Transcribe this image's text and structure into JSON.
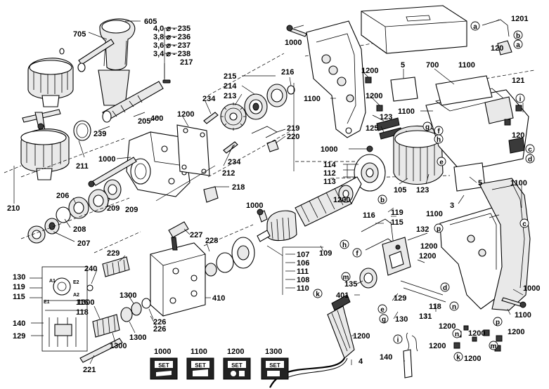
{
  "labels": {
    "l605": "605",
    "l705": "705",
    "l217": "217",
    "l239": "239",
    "l205": "205",
    "l400": "400",
    "l211": "211",
    "l1200a": "1200",
    "l234a": "234",
    "l234b": "234",
    "l212": "212",
    "l215": "215",
    "l214": "214",
    "l213": "213",
    "l216": "216",
    "l219": "219",
    "l220": "220",
    "l218": "218",
    "l1000a": "1000",
    "l1000b": "1000",
    "l1000c": "1000",
    "l1000d": "1000",
    "l1000e": "1000",
    "l210": "210",
    "l206": "206",
    "l209a": "209",
    "l209b": "209",
    "l208": "208",
    "l207": "207",
    "l1100a": "1100",
    "l1100b": "1100",
    "l1100c": "1100",
    "l1100d": "1100",
    "l1100e": "1100",
    "l1100f": "1100",
    "l1200b": "1200",
    "l1200c": "1200",
    "l1200d": "1200",
    "l1200e": "1200",
    "l1200f": "1200",
    "l1200g": "1200",
    "l1200h": "1200",
    "l1200i": "1200",
    "l1200j": "1200",
    "l1200k": "1200",
    "l1200l": "1200",
    "l5a": "5",
    "l5b": "5",
    "l700": "700",
    "l123a": "123",
    "l123b": "123",
    "l125": "125",
    "l114": "114",
    "l112": "112",
    "l113": "113",
    "l105": "105",
    "l3": "3",
    "l120a": "120",
    "l120b": "120",
    "l121": "121",
    "l1201": "1201",
    "l119a": "119",
    "l116a": "116",
    "l115a": "115",
    "l132": "132",
    "l107": "107",
    "l106": "106",
    "l111": "111",
    "l108": "108",
    "l110": "110",
    "l109": "109",
    "l227": "227",
    "l228": "228",
    "l229": "229",
    "l240": "240",
    "l130a": "130",
    "l119b": "119",
    "l115b": "115",
    "l116b": "116",
    "l118a": "118",
    "l140a": "140",
    "l129a": "129",
    "l1300a": "1300",
    "l1300b": "1300",
    "l1300c": "1300",
    "l1300d": "1300",
    "l226a": "226",
    "l226b": "226",
    "l410": "410",
    "l221": "221",
    "l135": "135",
    "l401": "401",
    "l129b": "129",
    "l130b": "130",
    "l118b": "118",
    "l131": "131",
    "l4": "4",
    "l140b": "140"
  },
  "drill_bits": {
    "d235": "4,0 ⌀ - 235",
    "d236": "3,8 ⌀ - 236",
    "d237": "3,6 ⌀ - 237",
    "d238": "3,4 ⌀ - 238"
  },
  "letters": {
    "a1": "a",
    "b1": "b",
    "a2": "a",
    "i1": "i",
    "g1": "g",
    "f1": "f",
    "h1": "h",
    "e1": "e",
    "d1": "d",
    "c1": "c",
    "d2": "d",
    "c2": "c",
    "b2": "b",
    "h2": "h",
    "f2": "f",
    "p1": "p",
    "m1": "m",
    "k1": "k",
    "e2": "e",
    "g2": "g",
    "n1": "n",
    "d3": "d",
    "n2": "n",
    "p2": "p",
    "m2": "m",
    "k2": "k",
    "i2": "i"
  },
  "set_boxes": [
    {
      "number": "1000",
      "tag": "SET"
    },
    {
      "number": "1100",
      "tag": "SET"
    },
    {
      "number": "1200",
      "tag": "SET"
    },
    {
      "number": "1300",
      "tag": "SET"
    }
  ],
  "circuit": {
    "a1": "A1",
    "e2": "E2",
    "e1": "E1",
    "a2": "A2"
  }
}
